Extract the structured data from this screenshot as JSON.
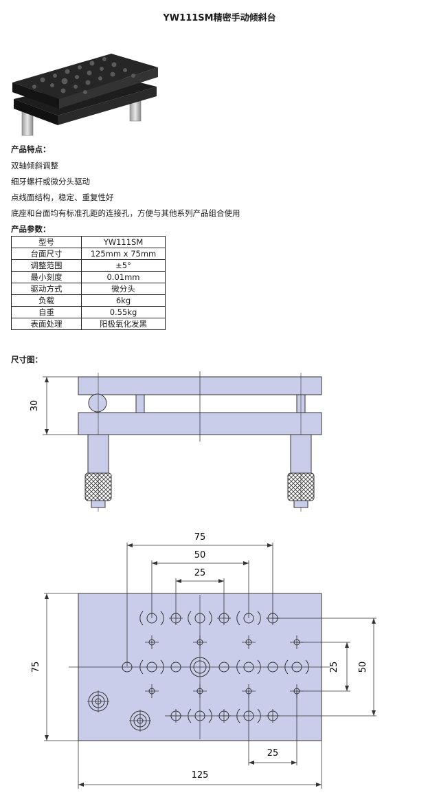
{
  "title": "YW111SM精密手动倾斜台",
  "features": {
    "heading": "产品特点：",
    "items": [
      "双轴倾斜调整",
      "细牙螺杆或微分头驱动",
      "点线面结构，稳定、重复性好",
      "底座和台面均有标准孔距的连接孔，方便与其他系列产品组合使用"
    ]
  },
  "params": {
    "heading": "产品参数：",
    "rows": [
      {
        "key": "型号",
        "value": "YW111SM"
      },
      {
        "key": "台面尺寸",
        "value": "125mm x 75mm"
      },
      {
        "key": "调整范围",
        "value": "±5°"
      },
      {
        "key": "最小刻度",
        "value": "0.01mm"
      },
      {
        "key": "驱动方式",
        "value": "微分头"
      },
      {
        "key": "负载",
        "value": "6kg"
      },
      {
        "key": "自重",
        "value": "0.55kg"
      },
      {
        "key": "表面处理",
        "value": "阳极氧化发黑"
      }
    ]
  },
  "dimensions": {
    "heading": "尺寸图：",
    "side_height": "30",
    "top": {
      "d75_top": "75",
      "d50_top": "50",
      "d25_top": "25",
      "d75_left": "75",
      "d25_right": "25",
      "d50_right": "50",
      "d25_bottom": "25",
      "d125_bottom": "125"
    }
  },
  "colors": {
    "plate": "#c9cde9",
    "outline": "#333333"
  }
}
